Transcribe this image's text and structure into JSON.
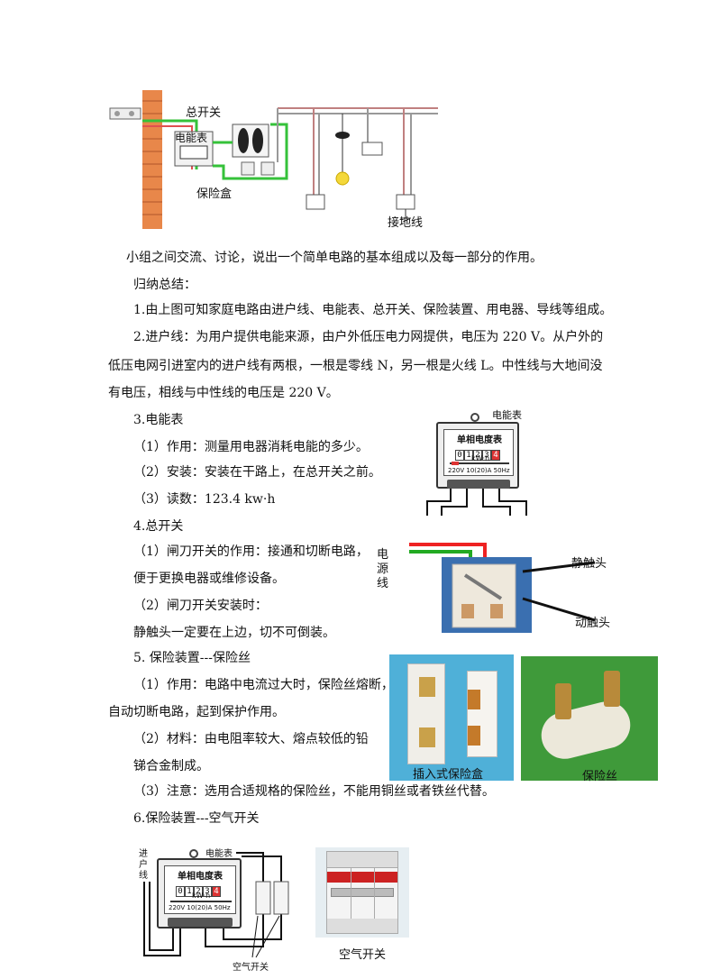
{
  "fig1": {
    "main_switch": "总开关",
    "meter": "电能表",
    "fuse_box": "保险盒",
    "ground_wire": "接地线"
  },
  "paragraphs": {
    "p1": "小组之间交流、讨论，说出一个简单电路的基本组成以及每一部分的作用。",
    "p2": "归纳总结：",
    "p3": "1.由上图可知家庭电路由进户线、电能表、总开关、保险装置、用电器、导线等组成。",
    "p4a": "2.进户线：为用户提供电能来源，由户外低压电力网提供，电压为 220  V。从户外的",
    "p4b": "低压电网引进室内的进户线有两根，一根是零线 N，另一根是火线 L。中性线与大地间没",
    "p4c": "有电压，相线与中性线的电压是 220  V。",
    "s3": "3.电能表",
    "s3_1": "（1）作用：测量用电器消耗电能的多少。",
    "s3_2": "（2）安装：安装在干路上，在总开关之前。",
    "s3_3": "（3）读数：123.4  kw·h",
    "s4": "4.总开关",
    "s4_1a": "（1）闸刀开关的作用：接通和切断电路，",
    "s4_1b": "便于更换电器或维修设备。",
    "s4_2a": "（2）闸刀开关安装时：",
    "s4_2b": "静触头一定要在上边，切不可倒装。",
    "s5": "5.    保险装置---保险丝",
    "s5_1a": "（1）作用：电路中电流过大时，保险丝熔断，",
    "s5_1b": "自动切断电路，起到保护作用。",
    "s5_2a": "（2）材料：由电阻率较大、熔点较低的铅",
    "s5_2b": "锑合金制成。",
    "s5_3": "（3）注意：选用合适规格的保险丝，不能用铜丝或者铁丝代替。",
    "s6": "6.保险装置---空气开关"
  },
  "meter": {
    "corner_label": "电能表",
    "title": "单相电度表",
    "digits": [
      "0",
      "1",
      "2",
      "3",
      "4"
    ],
    "unit": "kW·h",
    "spec": "220V 10(20)A 50Hz"
  },
  "knife_switch": {
    "power_line": "电\n源\n线",
    "static_contact": "静触头",
    "moving_contact": "动触头"
  },
  "fuse_photos": {
    "plug_fuse_box": "插入式保险盒",
    "fuse": "保险丝"
  },
  "air_switch": {
    "incoming_line": "进\n户\n线",
    "meter_label": "电能表",
    "caption_left": "空气开关",
    "caption_right": "空气开关"
  }
}
